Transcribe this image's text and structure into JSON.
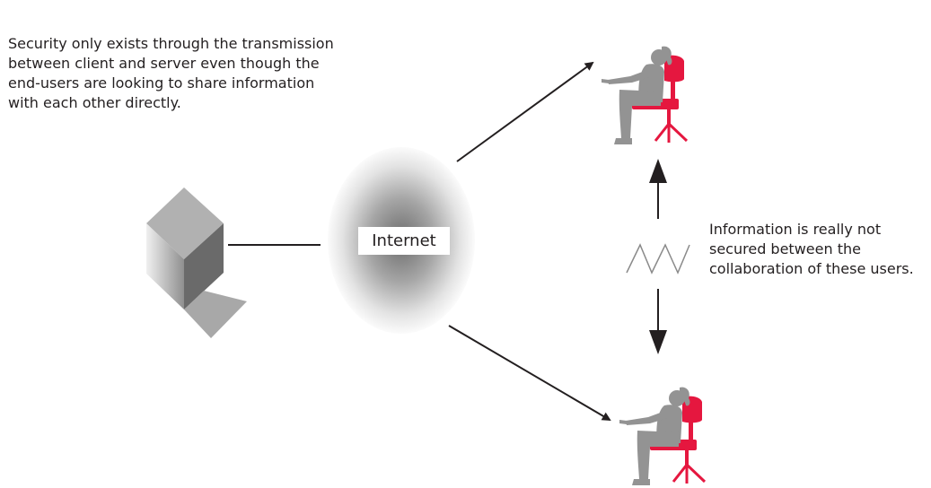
{
  "annotations": {
    "top_left": [
      "Security only exists through the transmission",
      "between client and server even though the",
      "end-users are looking to share information",
      "with each other directly."
    ],
    "right": [
      "Information is really not",
      "secured between the",
      "collaboration of these users."
    ]
  },
  "network": {
    "label": "Internet"
  },
  "icons": {
    "server": "server-icon",
    "cloud": "internet-cloud-icon",
    "user_top": "seated-user-icon",
    "user_bottom": "seated-user-icon",
    "break": "broken-link-zigzag-icon"
  },
  "colors": {
    "accent_red": "#e5173f",
    "person_gray": "#939393",
    "line": "#231f20"
  }
}
